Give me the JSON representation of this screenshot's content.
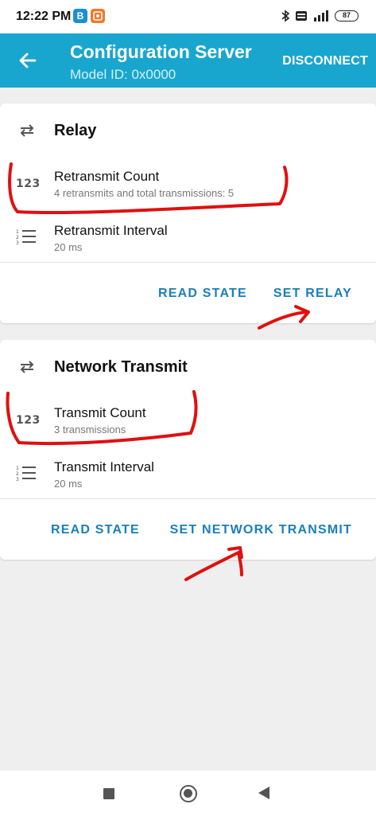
{
  "status_bar": {
    "time": "12:22 PM",
    "badge_b": "B",
    "battery": "87",
    "colors": {
      "badge_b": "#1b8fd6",
      "badge_o": "#f07a2a"
    }
  },
  "app_bar": {
    "title": "Configuration Server",
    "subtitle": "Model ID: 0x0000",
    "action": "DISCONNECT",
    "color": "#18a6cf"
  },
  "relay_card": {
    "title": "Relay",
    "rows": [
      {
        "icon_text": "123",
        "title": "Retransmit Count",
        "subtitle": "4 retransmits and total transmissions: 5"
      },
      {
        "title": "Retransmit Interval",
        "subtitle": "20 ms"
      }
    ],
    "actions": {
      "read": "READ STATE",
      "set": "SET RELAY"
    }
  },
  "network_card": {
    "title": "Network Transmit",
    "rows": [
      {
        "icon_text": "123",
        "title": "Transmit Count",
        "subtitle": "3 transmissions"
      },
      {
        "title": "Transmit Interval",
        "subtitle": "20 ms"
      }
    ],
    "actions": {
      "read": "READ STATE",
      "set": "SET NETWORK TRANSMIT"
    }
  },
  "accent_color": "#1a7fb9",
  "annotation_color": "#e01010"
}
